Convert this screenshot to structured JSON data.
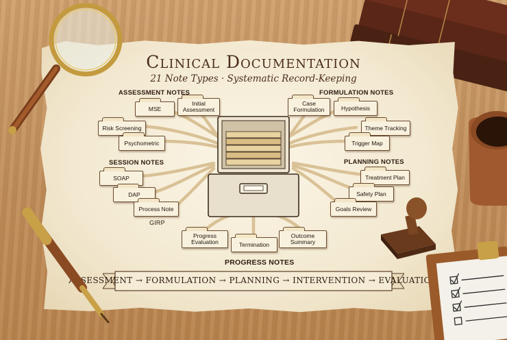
{
  "header": {
    "title": "Clinical Documentation",
    "subtitle": "21 Note Types · Systematic Record-Keeping"
  },
  "sections": {
    "assessment": "ASSESSMENT NOTES",
    "formulation": "FORMULATION NOTES",
    "session": "SESSION NOTES",
    "planning": "PLANNING NOTES",
    "progress": "PROGRESS NOTES"
  },
  "notes": {
    "mse": "MSE",
    "initial_assessment": "Initial Assessment",
    "risk_screening": "Risk Screening",
    "psychometric": "Psychometric",
    "case_formulation": "Case Formulation",
    "hypothesis": "Hypothesis",
    "theme_tracking": "Theme Tracking",
    "trigger_map": "Trigger Map",
    "soap": "SOAP",
    "dap": "DAP",
    "process_note": "Process Note",
    "girp": "GIRP",
    "treatment_plan": "Treatment Plan",
    "safety_plan": "Safety Plan",
    "goals_review": "Goals Review",
    "progress_evaluation": "Progress Evaluation",
    "termination": "Termination",
    "outcome_summary": "Outcome Summary"
  },
  "workflow_banner": "ASSESSMENT → FORMULATION → PLANNING → INTERVENTION → EVALUATION",
  "colors": {
    "desk": "#c08e5c",
    "paper": "#f3e9d1",
    "ink": "#4a2d1a",
    "connector": "#d9c196",
    "folder": "#f8f1de"
  },
  "icons": [
    "magnifying-glass-icon",
    "book-stack-icon",
    "coffee-cup-icon",
    "fountain-pen-icon",
    "rubber-stamp-icon",
    "clipboard-checklist-icon",
    "file-cabinet-icon"
  ]
}
